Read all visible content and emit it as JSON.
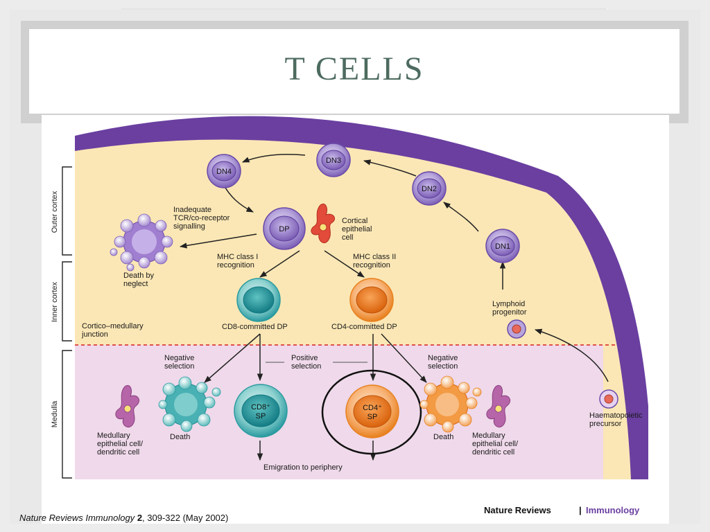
{
  "slide": {
    "title": "T CELLS"
  },
  "regions": {
    "outer_cortex": "Outer cortex",
    "inner_cortex": "Inner cortex",
    "medulla": "Medulla"
  },
  "cells": {
    "dn1": "DN1",
    "dn2": "DN2",
    "dn3": "DN3",
    "dn4": "DN4",
    "dp": "DP",
    "cd8_sp": [
      "CD8⁺",
      "SP"
    ],
    "cd4_sp": [
      "CD4⁺",
      "SP"
    ]
  },
  "labels": {
    "inadequate": [
      "Inadequate",
      "TCR/co-receptor",
      "signalling"
    ],
    "cortical_epithelial": [
      "Cortical",
      "epithelial",
      "cell"
    ],
    "death_by_neglect": [
      "Death by",
      "neglect"
    ],
    "mhc_class_i": [
      "MHC class I",
      "recognition"
    ],
    "mhc_class_ii": [
      "MHC class II",
      "recognition"
    ],
    "cd8_committed": "CD8-committed DP",
    "cd4_committed": "CD4-committed DP",
    "cortico_medullary": [
      "Cortico–medullary",
      "junction"
    ],
    "lymphoid_progenitor": [
      "Lymphoid",
      "progenitor"
    ],
    "negative_selection": [
      "Negative",
      "selection"
    ],
    "positive_selection": [
      "Positive",
      "selection"
    ],
    "medullary_epithelial": [
      "Medullary",
      "epithelial cell/",
      "dendritic cell"
    ],
    "death": "Death",
    "haematopoietic_precursor": [
      "Haematopoietic",
      "precursor"
    ],
    "emigration": "Emigration to periphery"
  },
  "publisher": {
    "journal": "Nature Reviews",
    "separator": "|",
    "section": "Immunology"
  },
  "caption": {
    "journal": "Nature Reviews Immunology",
    "volume": "2",
    "rest": ", 309-322 (May 2002)"
  },
  "colors": {
    "cortex": "#fbe7b5",
    "medulla": "#efd9ea",
    "capsule": "#6a3fa0",
    "dn_cell": "#8a6cc0",
    "cd8": "#2aa2a8",
    "cd4": "#f08a2a",
    "epithelial": "#e24a3a",
    "medullary_cell": "#b565a8",
    "junction_line": "#d62020",
    "title": "#4d6b5f",
    "highlight": "#111111"
  }
}
